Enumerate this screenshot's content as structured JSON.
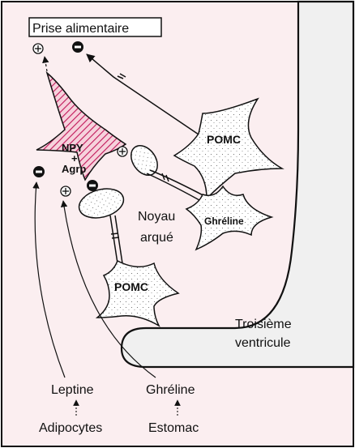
{
  "labels": {
    "title": "Prise alimentaire",
    "npy_line1": "NPY",
    "npy_plus": "+",
    "npy_line2": "Agrp",
    "pomc_top": "POMC",
    "pomc_bottom": "POMC",
    "ghreline_neuron": "Ghréline",
    "noyau_line1": "Noyau",
    "noyau_line2": "arqué",
    "ventricle_line1": "Troisième",
    "ventricle_line2": "ventricule",
    "leptine": "Leptine",
    "ghreline_signal": "Ghréline",
    "adipocytes": "Adipocytes",
    "estomac": "Estomac"
  },
  "signs": {
    "plus": "⊕",
    "minus": "−"
  },
  "colors": {
    "tissue": "#fbeef0",
    "ventricle": "#f0f0f0",
    "npy_fill": "#f6d2dc",
    "npy_hatch": "#c2185b",
    "outline": "#111111"
  }
}
